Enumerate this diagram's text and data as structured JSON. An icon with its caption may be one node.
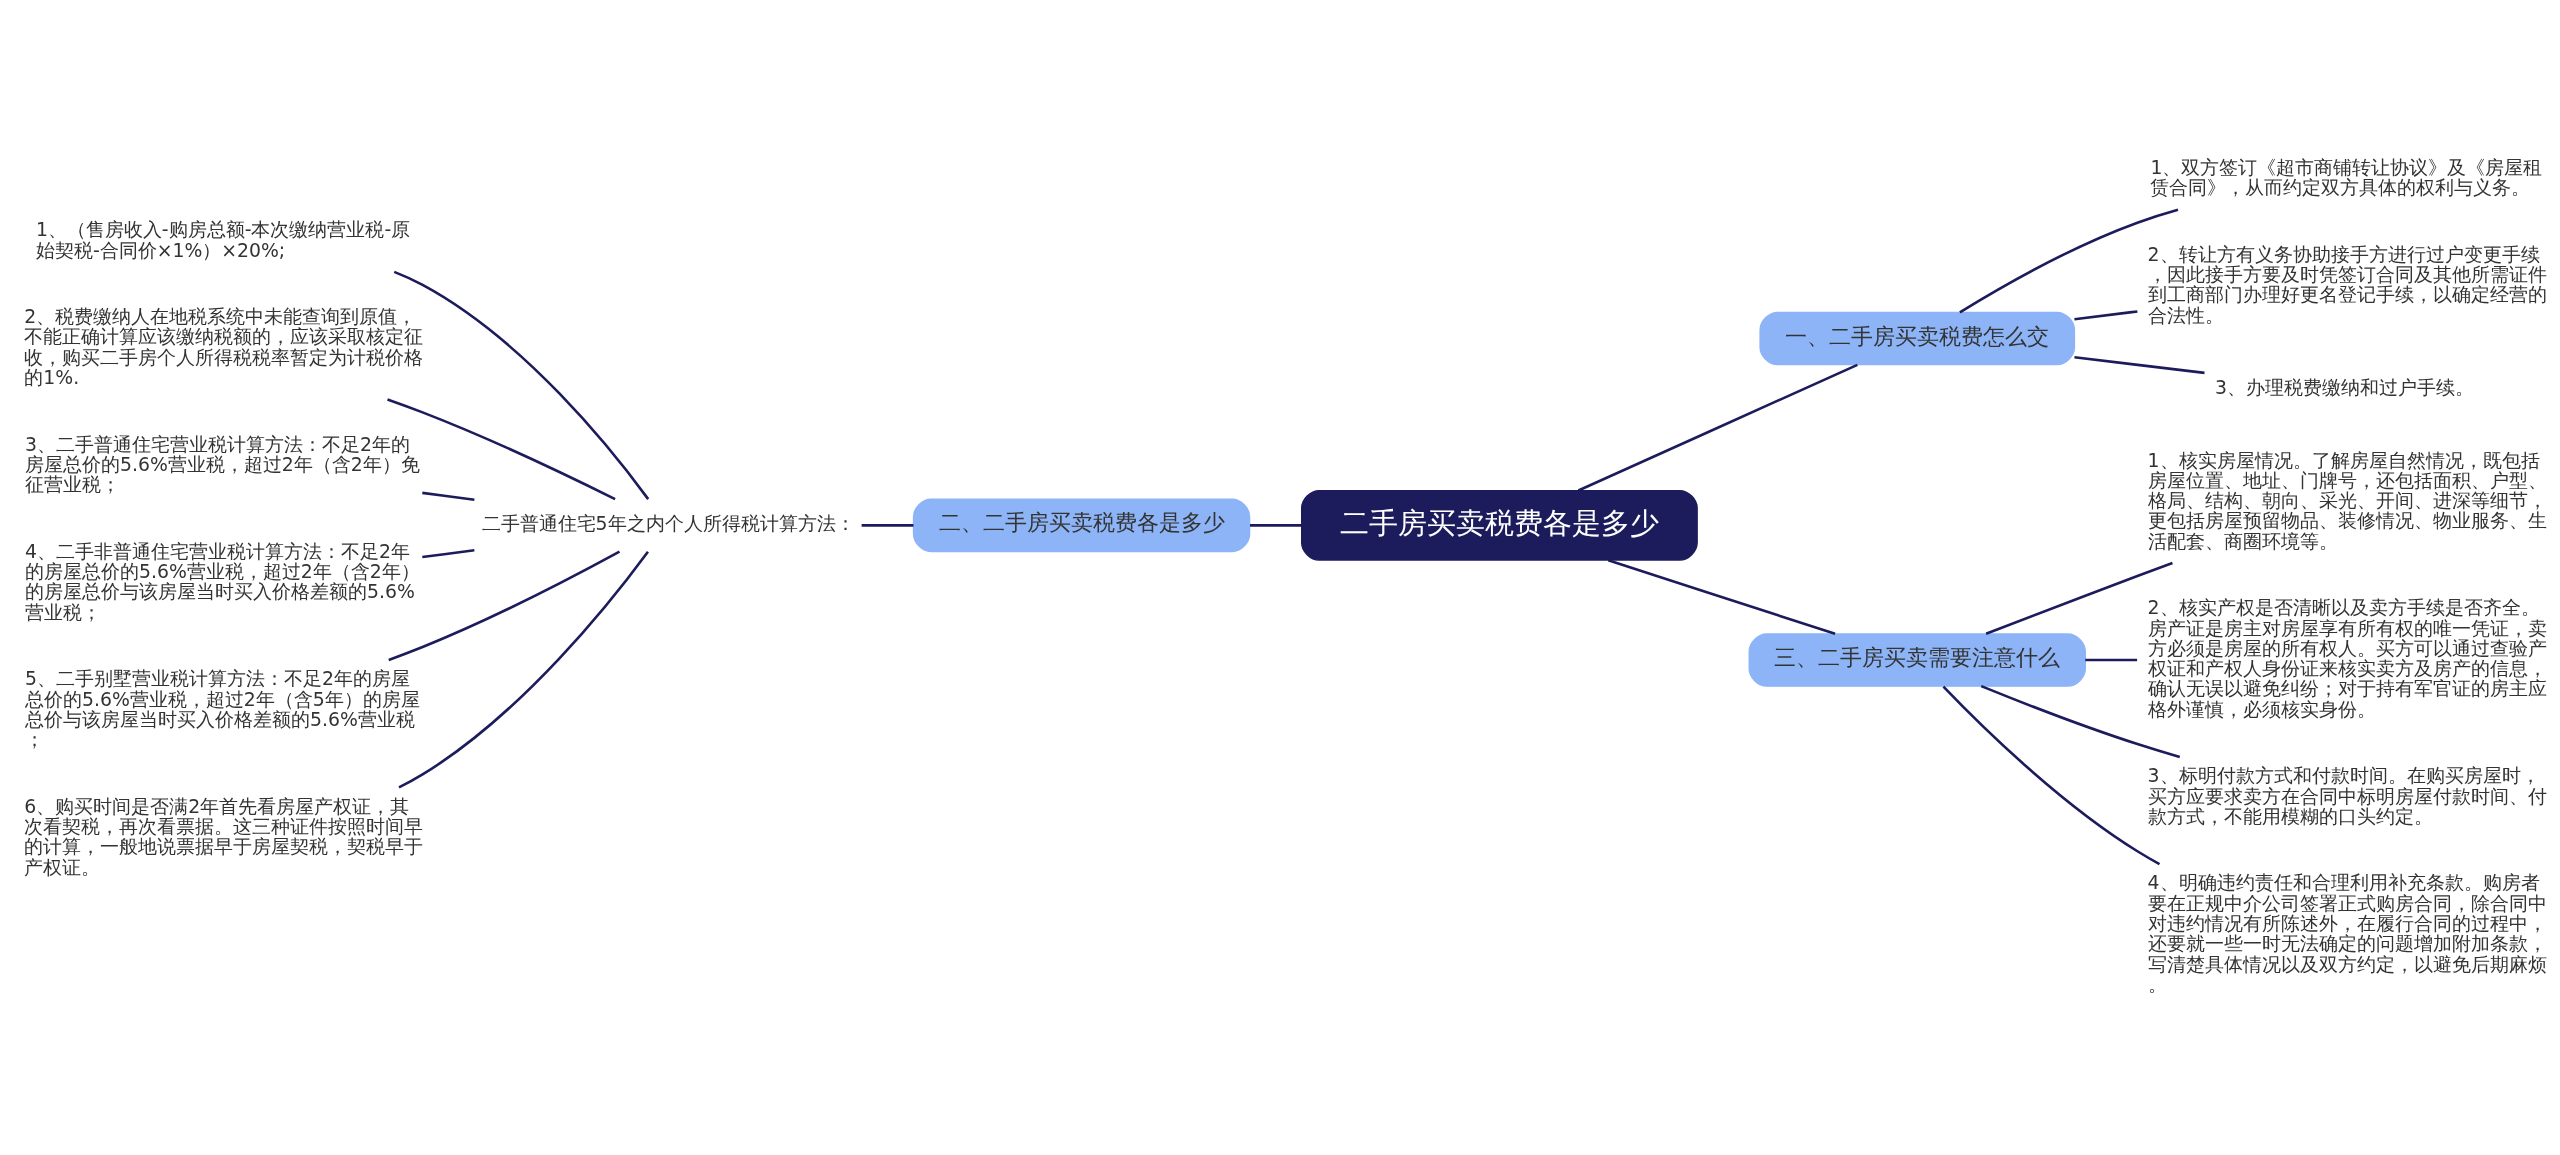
{
  "diagram": {
    "nodes": [
      {
        "text": [
          "二手房买卖税费各是多少"
        ]
      },
      {
        "text": [
          "一、二手房买卖税费怎么交"
        ]
      },
      {
        "text": [
          "1、双方签订《超市商铺转让协议》及《房屋租赁合同》，从而约定双方具体的权利与义务。"
        ]
      },
      {
        "text": [
          "2、转让方有义务协助接手方进行过户变更手续，因此接手方要及时凭签订合同及其他所需证件到工商部门办理好更名登记手续，以确定经营的合法性。"
        ]
      },
      {
        "text": [
          "3、办理税费缴纳和过户手续。"
        ]
      },
      {
        "text": [
          "二、二手房买卖税费各是多少"
        ]
      },
      {
        "text": [
          "二手普通住宅5年之内个人所得税计算方法："
        ]
      },
      {
        "text": [
          "1、（售房收入-购房总额-本次缴纳营业税-原始契税-合同价×1%）×20%;"
        ]
      },
      {
        "text": [
          "2、税费缴纳人在地税系统中未能查询到原值，不能正确计算应该缴纳税额的，应该采取核定征收，购买二手房个人所得税税率暂定为计税价格的1%."
        ]
      },
      {
        "text": [
          "3、二手普通住宅营业税计算方法：不足2年的房屋总价的5.6%营业税，超过2年（含2年）免征营业税；"
        ]
      },
      {
        "text": [
          "4、二手非普通住宅营业税计算方法：不足2年的房屋总价的5.6%营业税，超过2年（含2年）的房屋总价与该房屋当时买入价格差额的5.6%营业税；"
        ]
      },
      {
        "text": [
          "5、二手别墅营业税计算方法：不足2年的房屋总价的5.6%营业税，超过2年（含5年）的房屋总价与该房屋当时买入价格差额的5.6%营业税；"
        ]
      },
      {
        "text": [
          "6、购买时间是否满2年首先看房屋产权证，其次看契税，再次看票据。这三种证件按照时间早的计算，一般地说票据早于房屋契税，契税早于产权证。"
        ]
      },
      {
        "text": [
          "三、二手房买卖需要注意什么"
        ]
      },
      {
        "text": [
          "1、核实房屋情况。了解房屋自然情况，既包括房屋位置、地址、门牌号，还包括面积、户型、格局、结构、朝向、采光、开间、进深等细节，更包括房屋预留物品、装修情况、物业服务、生活配套、商圈环境等。"
        ]
      },
      {
        "text": [
          "2、核实产权是否清晰以及卖方手续是否齐全。房产证是房主对房屋享有所有权的唯一凭证，卖方必须是房屋的所有权人。买方可以通过查验产权证和产权人身份证来核实卖方及房产的信息，确认无误以避免纠纷；对于持有军官证的房主应格外谨慎，必须核实身份。"
        ]
      },
      {
        "text": [
          "3、标明付款方式和付款时间。在购买房屋时，买方应要求卖方在合同中标明房屋付款时间、付款方式，不能用模糊的口头约定。"
        ]
      },
      {
        "text": [
          "4、明确违约责任和合理利用补充条款。购房者要在正规中介公司签署正式购房合同，除合同中对违约情况有所陈述外，在履行合同的过程中，还要就一些一时无法确定的问题增加附加条款，写清楚具体情况以及双方约定，以避免后期麻烦。"
        ]
      }
    ],
    "edges": [
      {
        "from": 0,
        "to": 1,
        "arrow": "none"
      },
      {
        "from": 1,
        "to": 2,
        "arrow": "none"
      },
      {
        "from": 1,
        "to": 3,
        "arrow": "none"
      },
      {
        "from": 1,
        "to": 4,
        "arrow": "none"
      },
      {
        "from": 0,
        "to": 5,
        "arrow": "none"
      },
      {
        "from": 5,
        "to": 6,
        "arrow": "none"
      },
      {
        "from": 6,
        "to": 7,
        "arrow": "none"
      },
      {
        "from": 6,
        "to": 8,
        "arrow": "none"
      },
      {
        "from": 6,
        "to": 9,
        "arrow": "none"
      },
      {
        "from": 6,
        "to": 10,
        "arrow": "none"
      },
      {
        "from": 6,
        "to": 11,
        "arrow": "none"
      },
      {
        "from": 6,
        "to": 12,
        "arrow": "none"
      },
      {
        "from": 0,
        "to": 13,
        "arrow": "none"
      },
      {
        "from": 13,
        "to": 14,
        "arrow": "none"
      },
      {
        "from": 13,
        "to": 15,
        "arrow": "none"
      },
      {
        "from": 13,
        "to": 16,
        "arrow": "none"
      },
      {
        "from": 13,
        "to": 17,
        "arrow": "none"
      }
    ]
  }
}
